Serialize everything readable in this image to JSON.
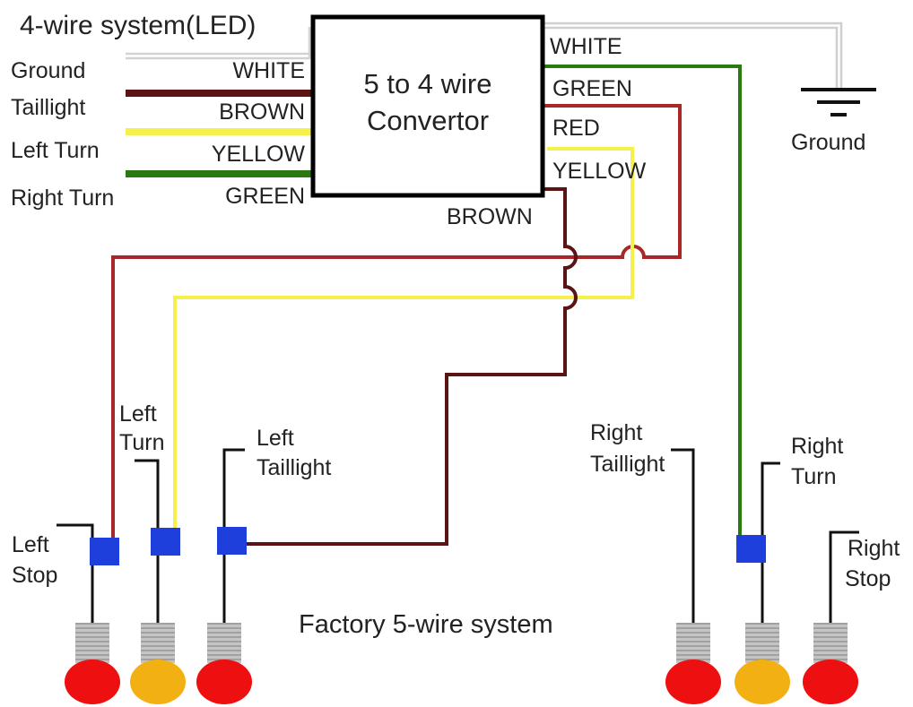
{
  "title": "4-wire system(LED)",
  "converter": {
    "line1": "5 to 4 wire",
    "line2": "Convertor"
  },
  "input_functions": [
    "Ground",
    "Taillight",
    "Left Turn",
    "Right Turn"
  ],
  "input_wire_labels": [
    "WHITE",
    "BROWN",
    "YELLOW",
    "GREEN"
  ],
  "output_wire_labels": [
    "WHITE",
    "GREEN",
    "RED",
    "YELLOW",
    "BROWN"
  ],
  "ground_label": "Ground",
  "lamp_labels": {
    "left_turn": [
      "Left",
      "Turn"
    ],
    "left_taillight": [
      "Left",
      "Taillight"
    ],
    "left_stop": [
      "Left",
      "Stop"
    ],
    "right_taillight": [
      "Right",
      "Taillight"
    ],
    "right_turn": [
      "Right",
      "Turn"
    ],
    "right_stop": [
      "Right",
      "Stop"
    ]
  },
  "factory_label": "Factory 5-wire system",
  "colors": {
    "white_wire": "#c8c8c8",
    "brown_wire": "#5a1414",
    "red_wire": "#a82828",
    "yellow_wire": "#f6f04a",
    "green_wire": "#2a7a10",
    "connector": "#1f3fdc",
    "lamp_red": "#ee1010",
    "lamp_amber": "#f2b012",
    "lamp_base": "#b4b4b4"
  }
}
